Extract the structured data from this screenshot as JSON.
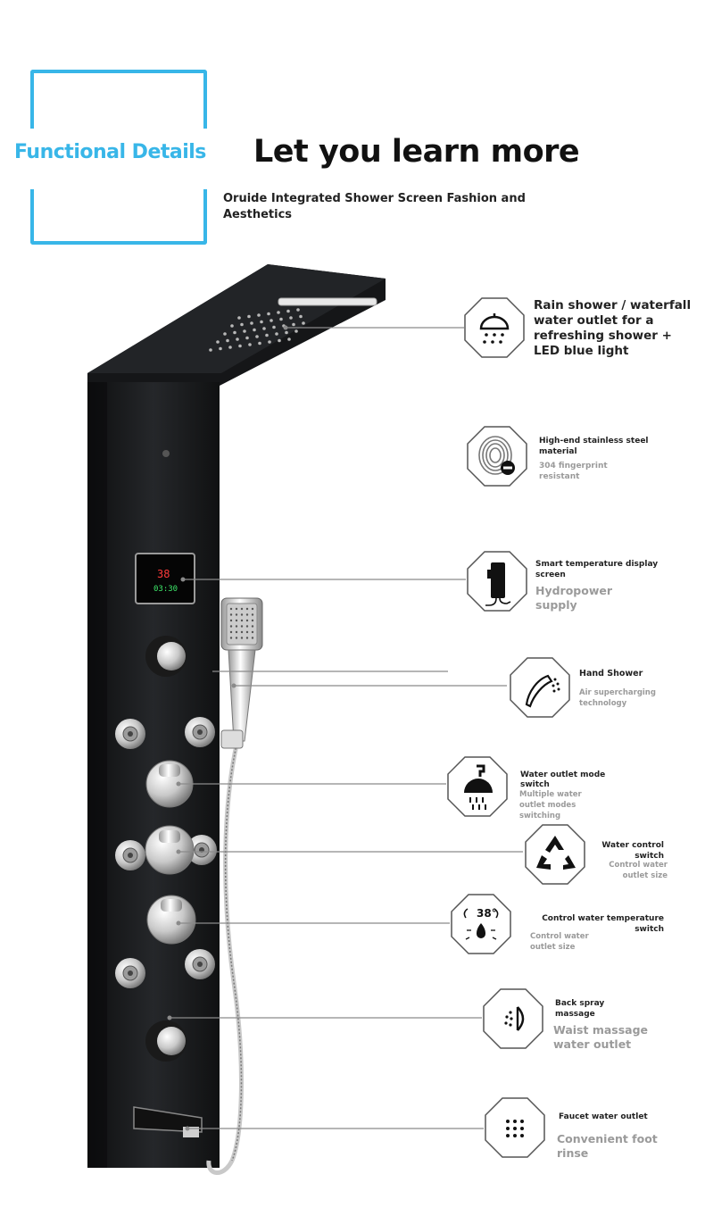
{
  "header": {
    "tag": "Functional Details",
    "headline": "Let you learn more",
    "subhead": "Oruide Integrated Shower Screen Fashion and Aesthetics"
  },
  "display": {
    "temperature": "38",
    "readout": "03:30"
  },
  "features": [
    {
      "title": "Rain shower / waterfall water outlet for a refreshing shower + LED blue light",
      "desc": "",
      "icon": "rain-shower-icon"
    },
    {
      "title": "High-end stainless steel material",
      "desc": "304 fingerprint resistant",
      "icon": "fingerprint-icon"
    },
    {
      "title": "Smart temperature display screen",
      "desc": "Hydropower supply",
      "icon": "display-screen-icon"
    },
    {
      "title": "Hand Shower",
      "desc": "Air supercharging technology",
      "icon": "hand-shower-icon"
    },
    {
      "title": "Water outlet mode switch",
      "desc": "Multiple water outlet modes switching",
      "icon": "shower-head-icon"
    },
    {
      "title": "Water control switch",
      "desc": "Control water outlet size",
      "icon": "recycle-icon"
    },
    {
      "title": "Control water temperature switch",
      "desc": "Control water outlet size",
      "icon": "thermostat-icon",
      "temp": "38°"
    },
    {
      "title": "Back spray massage",
      "desc": "Waist massage water outlet",
      "icon": "back-spray-icon"
    },
    {
      "title": "Faucet water outlet",
      "desc": "Convenient foot rinse",
      "icon": "spray-dots-icon"
    }
  ],
  "colors": {
    "accent": "#38b6e8",
    "panel": "#161719",
    "chrome": "#d8d8d8"
  }
}
